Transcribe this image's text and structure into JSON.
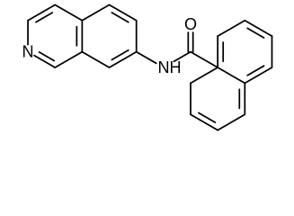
{
  "molecule": {
    "atoms": {
      "oxygen": "O",
      "amide_nitrogen": "NH",
      "ring_nitrogen": "N"
    },
    "colors": {
      "bond": "#000000",
      "label": "#000000",
      "background": "#ffffff"
    }
  }
}
